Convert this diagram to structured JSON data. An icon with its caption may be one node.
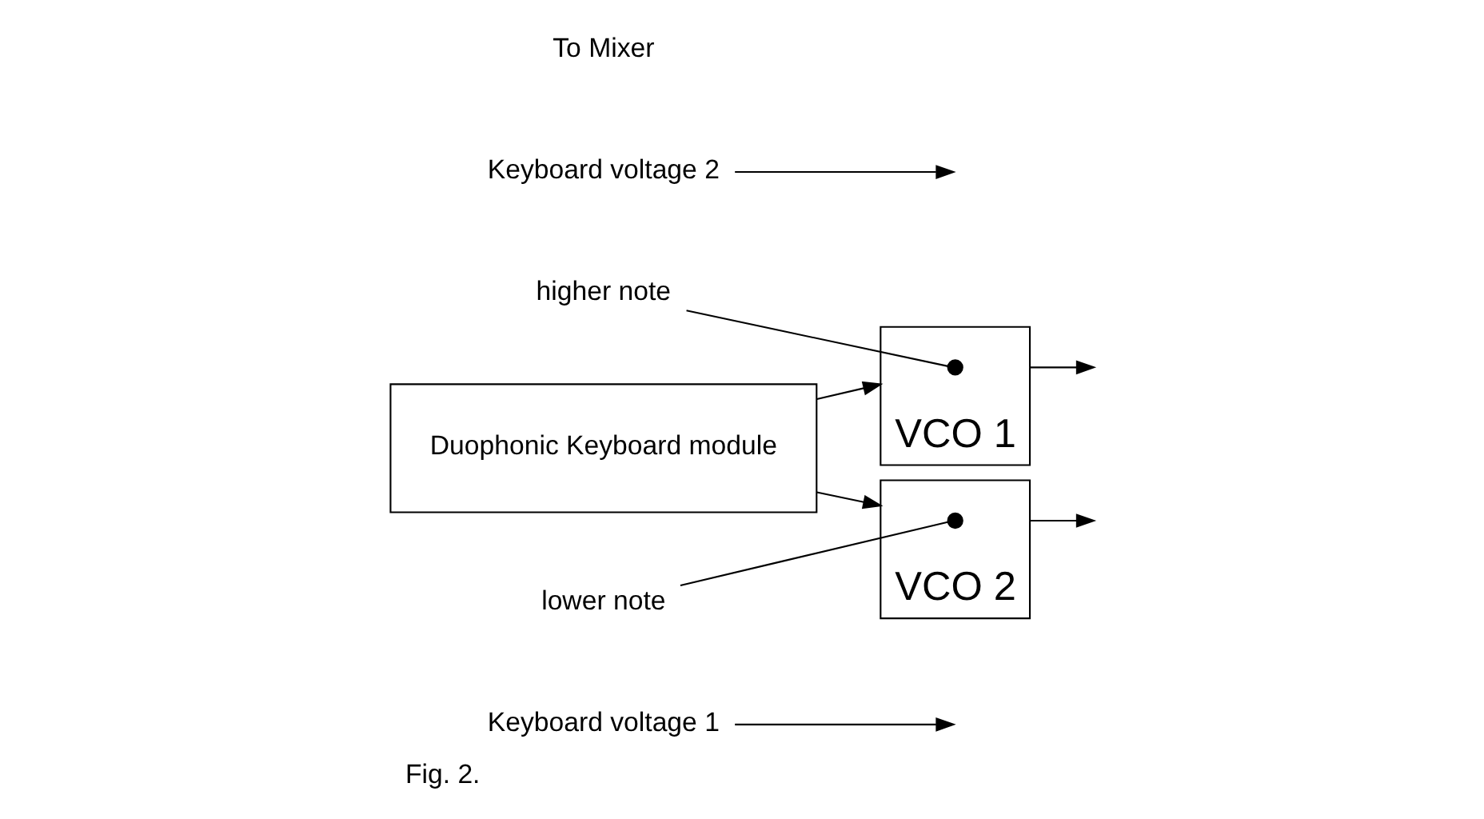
{
  "diagram": {
    "caption": "Fig. 2.",
    "nodes": [
      {
        "text": [
          "Keyboard voltage 1"
        ]
      },
      {
        "text": [
          "higher note"
        ]
      },
      {
        "text": [
          "Duophonic Keyboard module"
        ]
      },
      {
        "text": [
          "VCO 1"
        ]
      },
      {
        "text": [],
        "shape": "circle",
        "in": 3
      },
      {
        "text": [
          "VCO 2"
        ]
      },
      {
        "text": [],
        "shape": "circle",
        "in": 5
      },
      {
        "text": [
          "lower note"
        ]
      },
      {
        "text": [
          "Keyboard voltage 2"
        ]
      }
    ],
    "edges": [
      {
        "from": 2,
        "to": 3,
        "arrow": "to"
      },
      {
        "from": 2,
        "to": 5,
        "arrow": "to"
      },
      {
        "from": 3,
        "to": null,
        "arrow": "to"
      },
      {
        "from": 5,
        "to": null,
        "arrow": "to"
      },
      {
        "from": 0,
        "to": null,
        "arrow": "to"
      },
      {
        "from": 1,
        "to": 4,
        "arrow": "none"
      },
      {
        "from": 7,
        "to": 6,
        "arrow": "none"
      },
      {
        "from": 8,
        "to": null,
        "arrow": "to"
      }
    ],
    "labels": [
      "To Mixer"
    ]
  }
}
